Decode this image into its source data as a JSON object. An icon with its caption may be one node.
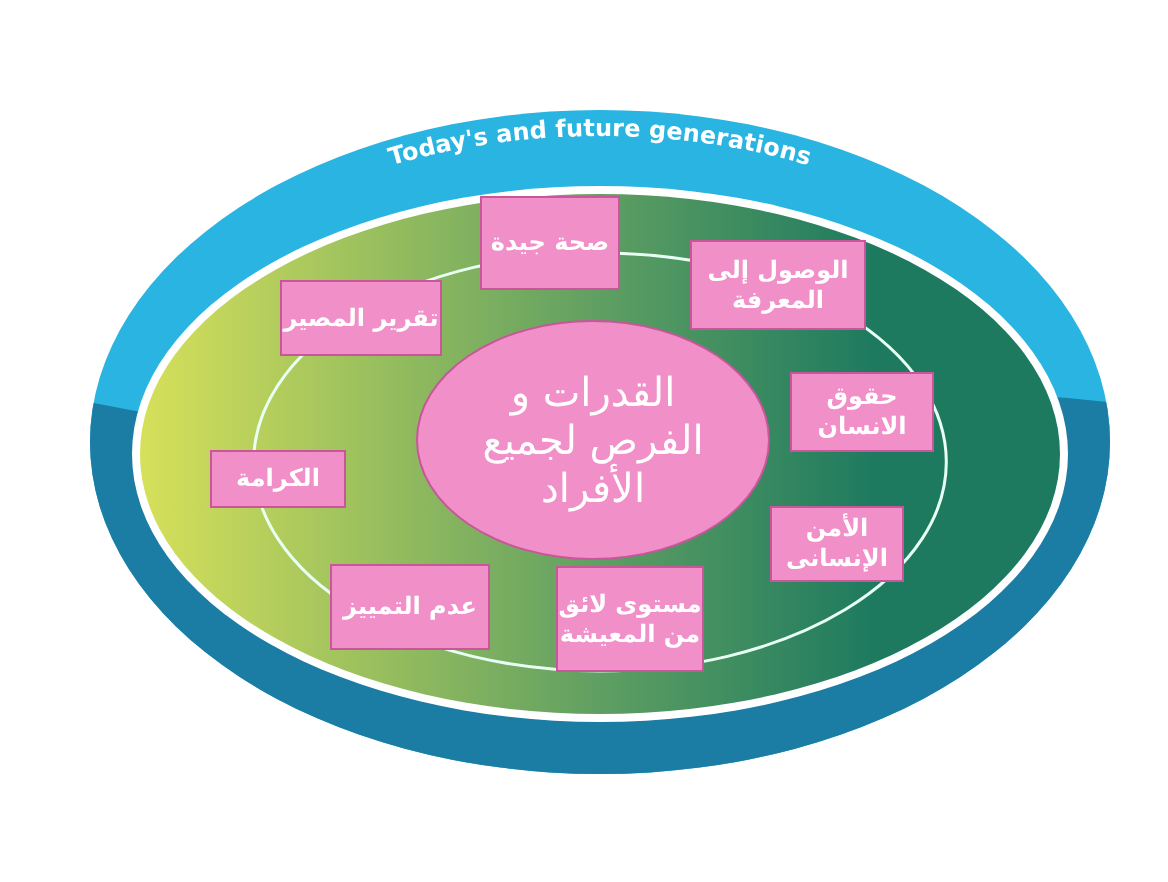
{
  "diagram": {
    "nodes": [
      {
        "text": [
          "Today's and future generations"
        ]
      },
      {
        "text": [],
        "shape": "ellipse",
        "in": 0
      },
      {
        "text": [
          "القدرات و الفرص لجميع الأفراد"
        ],
        "in": 1
      },
      {
        "text": [
          "صحة جيدة"
        ],
        "in": 1
      },
      {
        "text": [
          "تقرير المصير"
        ],
        "in": 1
      },
      {
        "text": [
          "الوصول إلى المعرفة"
        ],
        "in": 1
      },
      {
        "text": [
          "حقوق الانسان"
        ],
        "in": 1
      },
      {
        "text": [
          "الكرامة"
        ],
        "in": 1
      },
      {
        "text": [
          "الأمن الإنسانى"
        ],
        "in": 1
      },
      {
        "text": [
          "عدم التمييز"
        ],
        "in": 1
      },
      {
        "text": [
          "مستوى لائق من المعيشة"
        ],
        "in": 1
      }
    ]
  }
}
